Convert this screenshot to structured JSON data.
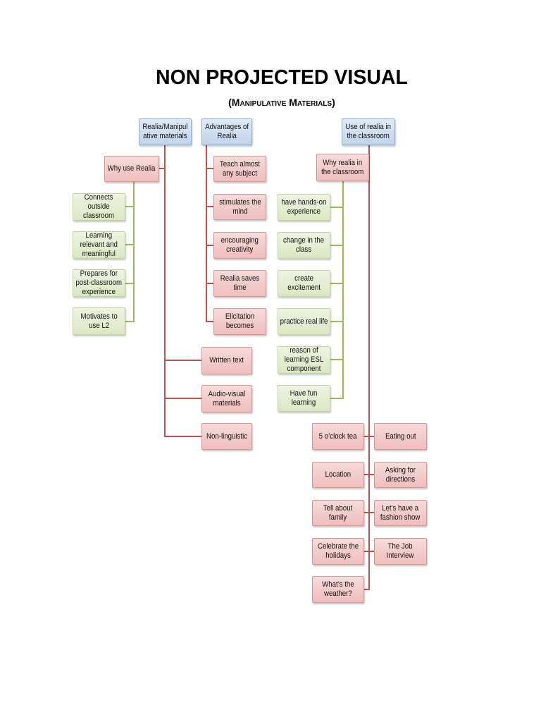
{
  "title": "NON PROJECTED VISUAL",
  "subtitle": "(Manipulative Materials)",
  "colors": {
    "red_connector": "#c0504d",
    "green_connector": "#9bbb59",
    "blue_box": "#bcd1ea",
    "red_box": "#efbebd",
    "green_box": "#d9e6c0"
  },
  "diagram": {
    "realia_materials": {
      "label": "Realia/Manipul\native materials",
      "why_use": {
        "label": "Why use Realia",
        "reasons": [
          "Connects\noutside\nclassroom",
          "Learning\nrelevant and\nmeaningful",
          "Prepares for\npost-classroom\nexperience",
          "Motivates to\nuse L2"
        ]
      },
      "types": [
        "Written text",
        "Audio-visual\nmaterials",
        "Non-linguistic"
      ]
    },
    "advantages": {
      "label": "Advantages of\nRealia",
      "items": [
        "Teach almost\nany subject",
        "stimulates the\nmind",
        "encouraging\ncreativity",
        "Realia saves\ntime",
        "Elicitation\nbecomes"
      ]
    },
    "use_in_classroom": {
      "label": "Use of realia in\nthe classroom",
      "why": {
        "label": "Why realia in\nthe classroom",
        "reasons": [
          "have hands-on\nexperience",
          "change in the\nclass",
          "create\nexcitement",
          "practice real life",
          "reason of\nlearning ESL\ncomponent",
          "Have fun\nlearning"
        ]
      },
      "activities": [
        "5 o’clock tea",
        "Eating out",
        "Location",
        "Asking for\ndirections",
        "Tell about\nfamily",
        "Let’s have a\nfashion show",
        "Celebrate the\nholidays",
        "The Job\nInterview",
        "What’s the\nweather?"
      ]
    }
  }
}
